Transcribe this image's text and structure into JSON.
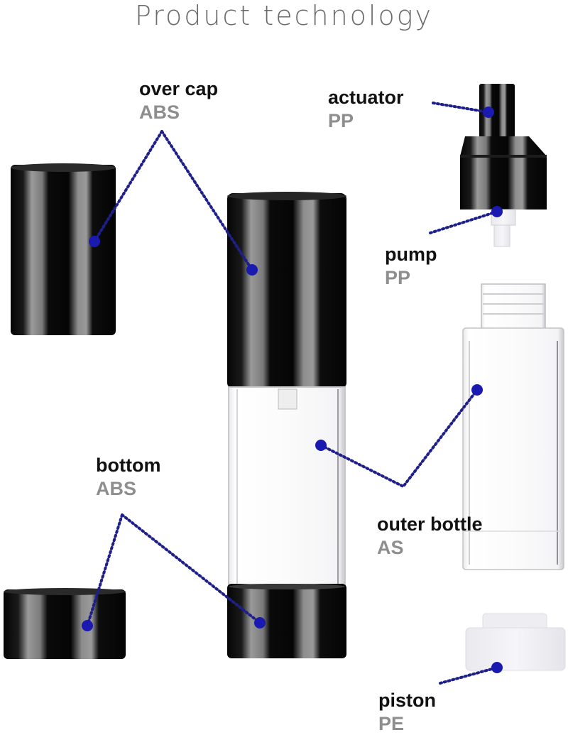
{
  "title": "Product technology",
  "colors": {
    "leader": "#1f1f8a",
    "dot": "#1a1ab0",
    "part_black": "#0c0c0c",
    "highlight": "#8a8a8a",
    "material_text": "#8e8e8e",
    "name_text": "#111111"
  },
  "parts": [
    {
      "name": "over cap",
      "material": "ABS"
    },
    {
      "name": "actuator",
      "material": "PP"
    },
    {
      "name": "pump",
      "material": "PP"
    },
    {
      "name": "bottom",
      "material": "ABS"
    },
    {
      "name": "outer bottle",
      "material": "AS"
    },
    {
      "name": "piston",
      "material": "PE"
    }
  ]
}
